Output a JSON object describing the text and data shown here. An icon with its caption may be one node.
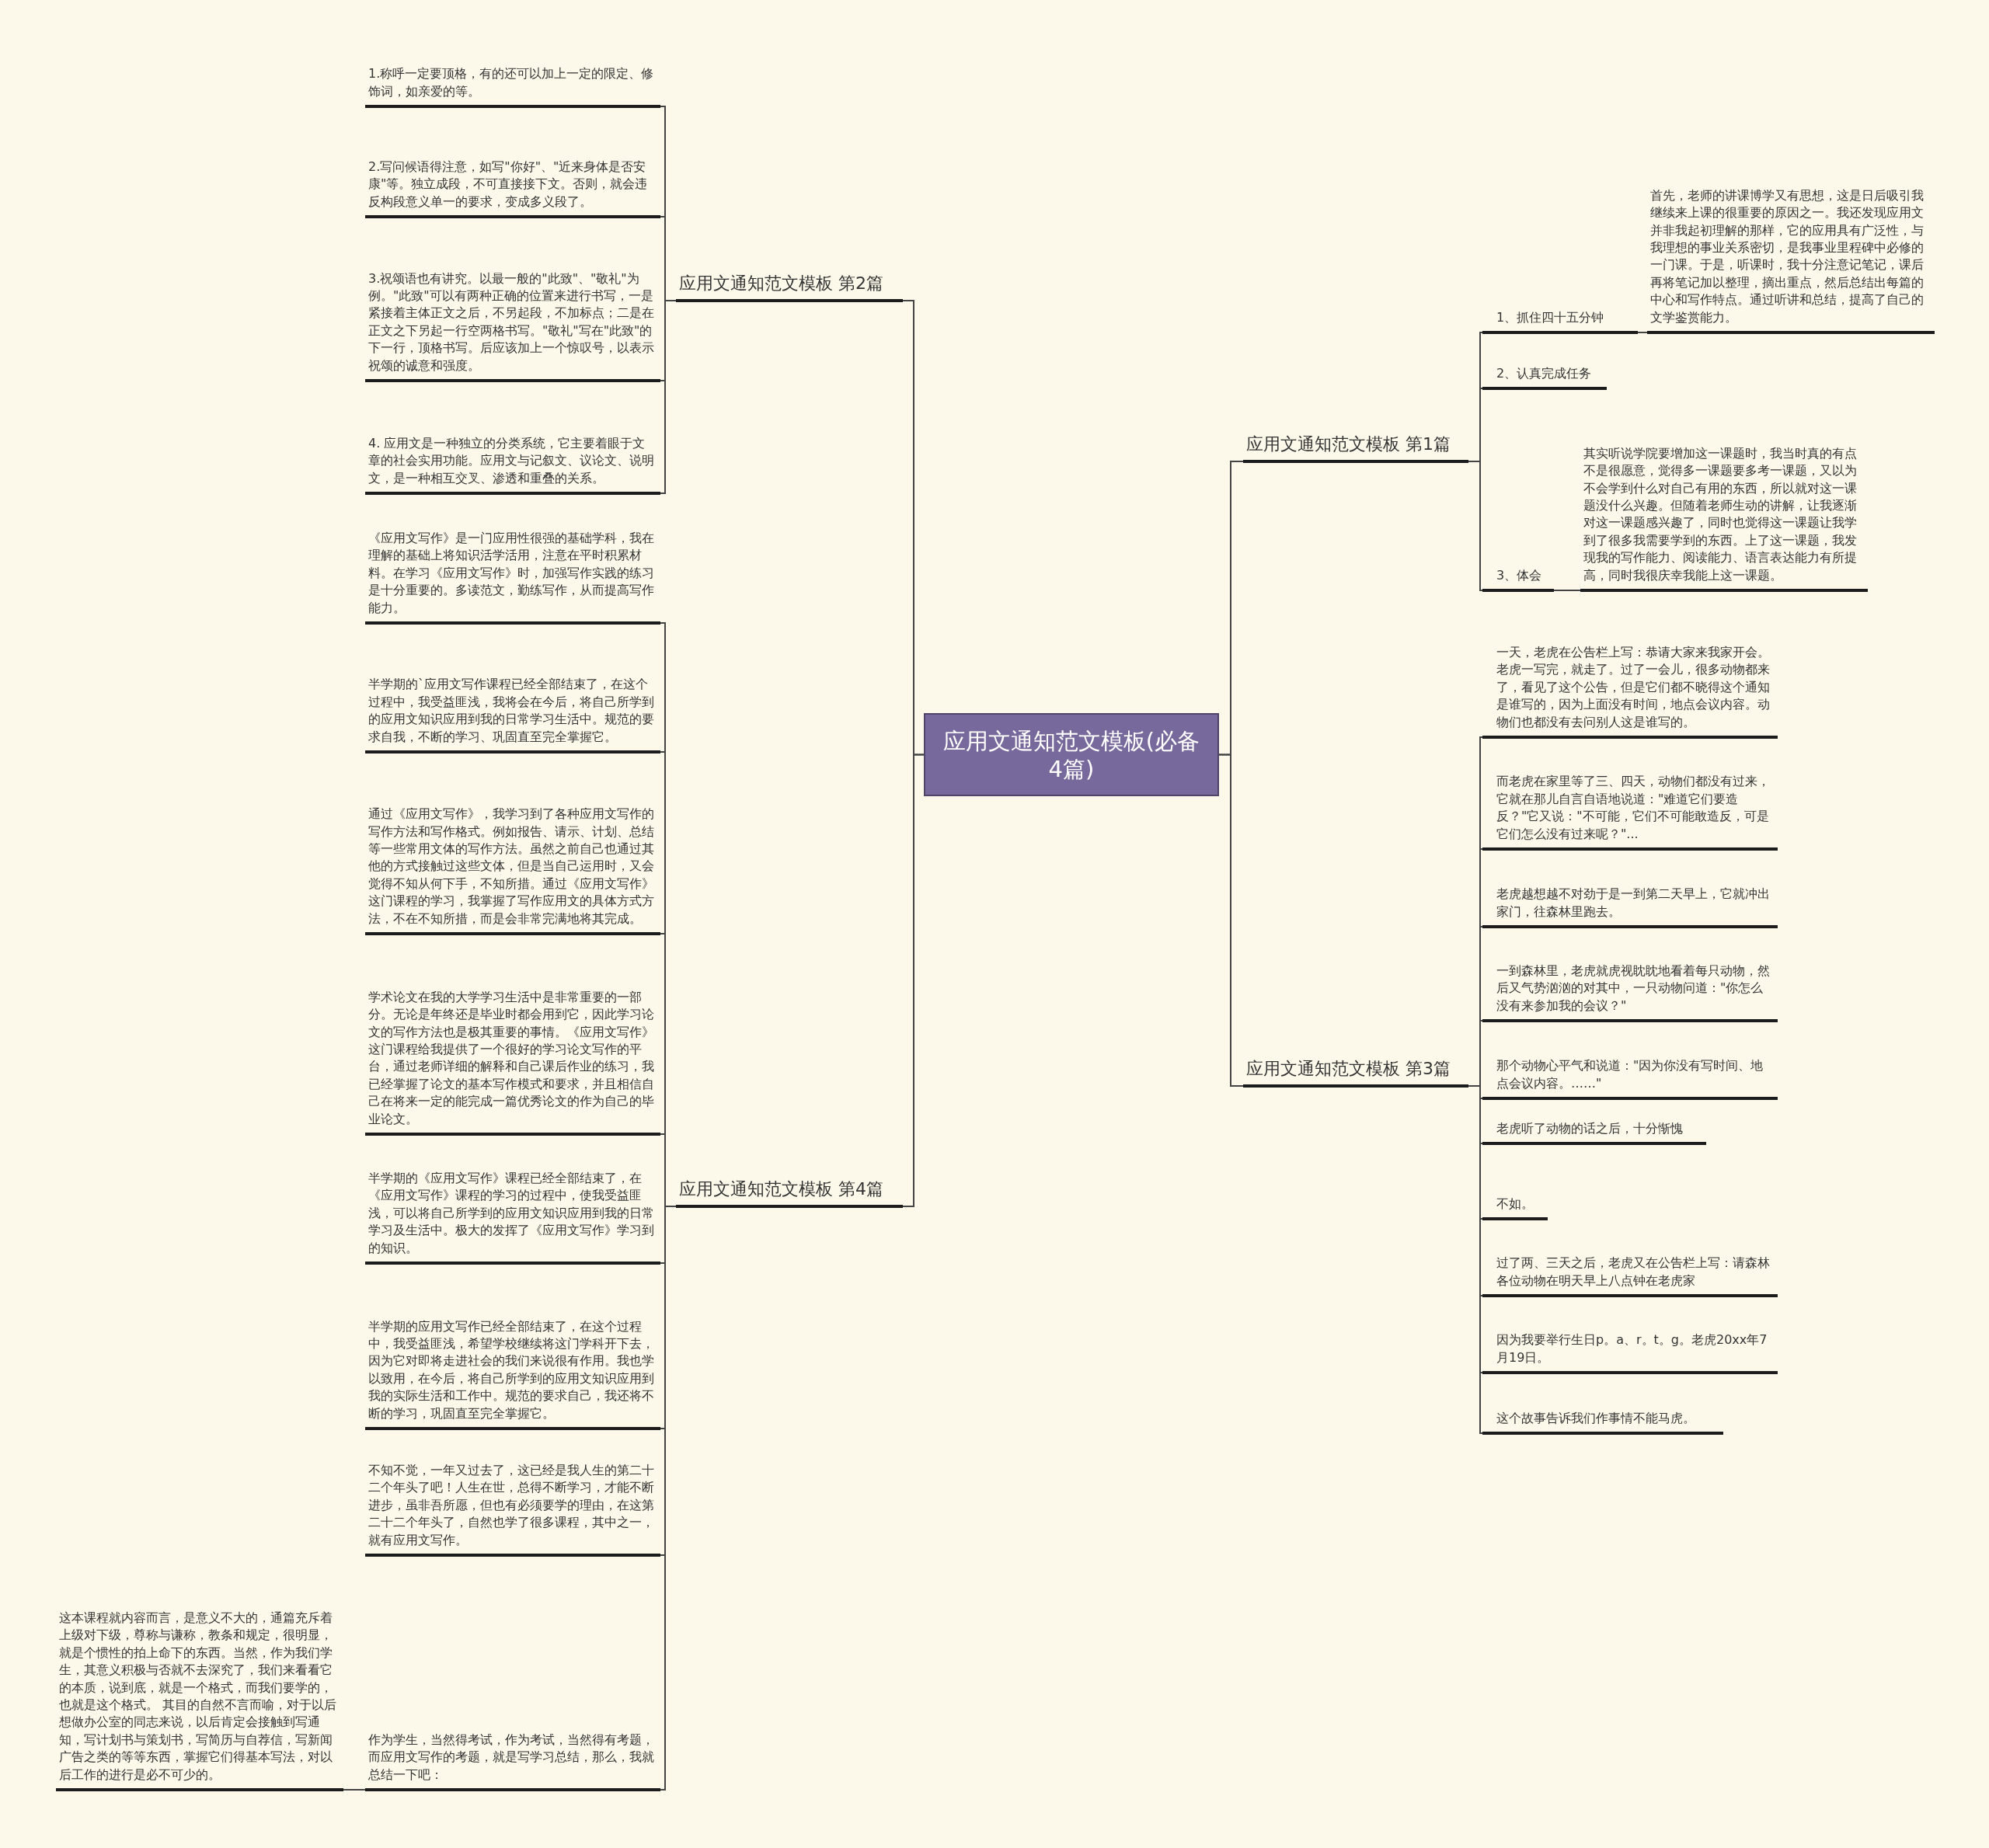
{
  "diagram": {
    "nodes": [
      {
        "text": [
          "应用文通知范文模板(必备4篇)"
        ]
      },
      {
        "text": [
          "应用文通知范文模板 第2篇"
        ]
      },
      {
        "text": [
          "1.称呼一定要顶格，有的还可以加上一定的限定、修饰词，如亲爱的等。"
        ]
      },
      {
        "text": [
          "2.写问候语得注意，如写\"你好\"、\"近来身体是否安康\"等。独立成段，不可直接接下文。否则，就会违反构段意义单一的要求，变成多义段了。"
        ]
      },
      {
        "text": [
          "3.祝颂语也有讲究。以最一般的\"此致\"、\"敬礼\"为例。\"此致\"可以有两种正确的位置来进行书写，一是紧接着主体正文之后，不另起段，不加标点；二是在正文之下另起一行空两格书写。\"敬礼\"写在\"此致\"的下一行，顶格书写。后应该加上一个惊叹号，以表示祝颂的诚意和强度。"
        ]
      },
      {
        "text": [
          "4. 应用文是一种独立的分类系统，它主要着眼于文章的社会实用功能。应用文与记叙文、议论文、说明文，是一种相互交叉、渗透和重叠的关系。"
        ]
      },
      {
        "text": [
          "应用文通知范文模板 第4篇"
        ]
      },
      {
        "text": [
          "《应用文写作》是一门应用性很强的基础学科，我在理解的基础上将知识活学活用，注意在平时积累材料。在学习《应用文写作》时，加强写作实践的练习是十分重要的。多读范文，勤练写作，从而提高写作能力。"
        ]
      },
      {
        "text": [
          "半学期的`应用文写作课程已经全部结束了，在这个过程中，我受益匪浅，我将会在今后，将自己所学到的应用文知识应用到我的日常学习生活中。规范的要求自我，不断的学习、巩固直至完全掌握它。"
        ]
      },
      {
        "text": [
          "通过《应用文写作》，我学习到了各种应用文写作的写作方法和写作格式。例如报告、请示、计划、总结等一些常用文体的写作方法。虽然之前自己也通过其他的方式接触过这些文体，但是当自己运用时，又会觉得不知从何下手，不知所措。通过《应用文写作》这门课程的学习，我掌握了写作应用文的具体方式方法，不在不知所措，而是会非常完满地将其完成。"
        ]
      },
      {
        "text": [
          "学术论文在我的大学学习生活中是非常重要的一部分。无论是年终还是毕业时都会用到它，因此学习论文的写作方法也是极其重要的事情。《应用文写作》这门课程给我提供了一个很好的学习论文写作的平台，通过老师详细的解释和自己课后作业的练习，我已经掌握了论文的基本写作模式和要求，并且相信自己在将来一定的能完成一篇优秀论文的作为自己的毕业论文。"
        ]
      },
      {
        "text": [
          "半学期的《应用文写作》课程已经全部结束了，在《应用文写作》课程的学习的过程中，使我受益匪浅，可以将自己所学到的应用文知识应用到我的日常学习及生活中。极大的发挥了《应用文写作》学习到的知识。"
        ]
      },
      {
        "text": [
          "半学期的应用文写作已经全部结束了，在这个过程中，我受益匪浅，希望学校继续将这门学科开下去，因为它对即将走进社会的我们来说很有作用。我也学以致用，在今后，将自己所学到的应用文知识应用到我的实际生活和工作中。规范的要求自己，我还将不断的学习，巩固直至完全掌握它。"
        ]
      },
      {
        "text": [
          "不知不觉，一年又过去了，这已经是我人生的第二十二个年头了吧！人生在世，总得不断学习，才能不断进步，虽非吾所愿，但也有必须要学的理由，在这第二十二个年头了，自然也学了很多课程，其中之一，就有应用文写作。"
        ]
      },
      {
        "text": [
          "作为学生，当然得考试，作为考试，当然得有考题，而应用文写作的考题，就是写学习总结，那么，我就总结一下吧："
        ]
      },
      {
        "text": [
          "这本课程就内容而言，是意义不大的，通篇充斥着上级对下级，尊称与谦称，教条和规定，很明显，就是个惯性的拍上命下的东西。当然，作为我们学生，其意义积极与否就不去深究了，我们来看看它的本质，说到底，就是一个格式，而我们要学的，也就是这个格式。 其目的自然不言而喻，对于以后想做办公室的同志来说，以后肯定会接触到写通知，写计划书与策划书，写简历与自荐信，写新闻广告之类的等等东西，掌握它们得基本写法，对以后工作的进行是必不可少的。"
        ]
      },
      {
        "text": [
          "应用文通知范文模板 第1篇"
        ]
      },
      {
        "text": [
          "1、抓住四十五分钟"
        ]
      },
      {
        "text": [
          "首先，老师的讲课博学又有思想，这是日后吸引我继续来上课的很重要的原因之一。我还发现应用文并非我起初理解的那样，它的应用具有广泛性，与我理想的事业关系密切，是我事业里程碑中必修的一门课。于是，听课时，我十分注意记笔记，课后再将笔记加以整理，摘出重点，然后总结出每篇的中心和写作特点。通过听讲和总结，提高了自己的文学鉴赏能力。"
        ]
      },
      {
        "text": [
          "2、认真完成任务"
        ]
      },
      {
        "text": [
          "3、体会"
        ]
      },
      {
        "text": [
          "其实听说学院要增加这一课题时，我当时真的有点不是很愿意，觉得多一课题要多考一课题，又以为不会学到什么对自己有用的东西，所以就对这一课题没什么兴趣。但随着老师生动的讲解，让我逐渐对这一课题感兴趣了，同时也觉得这一课题让我学到了很多我需要学到的东西。上了这一课题，我发现我的写作能力、阅读能力、语言表达能力有所提高，同时我很庆幸我能上这一课题。"
        ]
      },
      {
        "text": [
          "应用文通知范文模板 第3篇"
        ]
      },
      {
        "text": [
          "一天，老虎在公告栏上写：恭请大家来我家开会。老虎一写完，就走了。过了一会儿，很多动物都来了，看见了这个公告，但是它们都不晓得这个通知是谁写的，因为上面没有时间，地点会议内容。动物们也都没有去问别人这是谁写的。"
        ]
      },
      {
        "text": [
          "而老虎在家里等了三、四天，动物们都没有过来，它就在那儿自言自语地说道：\"难道它们要造反？\"它又说：\"不可能，它们不可能敢造反，可是它们怎么没有过来呢？\"..."
        ]
      },
      {
        "text": [
          "老虎越想越不对劲于是一到第二天早上，它就冲出家门，往森林里跑去。"
        ]
      },
      {
        "text": [
          "一到森林里，老虎就虎视眈眈地看着每只动物，然后又气势汹汹的对其中，一只动物问道：\"你怎么没有来参加我的会议？\""
        ]
      },
      {
        "text": [
          "那个动物心平气和说道：\"因为你没有写时间、地点会议内容。……\""
        ]
      },
      {
        "text": [
          "老虎听了动物的话之后，十分惭愧"
        ]
      },
      {
        "text": [
          "不如。"
        ]
      },
      {
        "text": [
          "过了两、三天之后，老虎又在公告栏上写：请森林各位动物在明天早上八点钟在老虎家"
        ]
      },
      {
        "text": [
          "因为我要举行生日p。a、r。t。g。老虎20xx年7月19日。"
        ]
      },
      {
        "text": [
          "这个故事告诉我们作事情不能马虎。"
        ]
      }
    ],
    "edges": [
      {
        "from": 0,
        "to": 1,
        "arrow": "none"
      },
      {
        "from": 1,
        "to": 2,
        "arrow": "none"
      },
      {
        "from": 1,
        "to": 3,
        "arrow": "none"
      },
      {
        "from": 1,
        "to": 4,
        "arrow": "none"
      },
      {
        "from": 1,
        "to": 5,
        "arrow": "none"
      },
      {
        "from": 0,
        "to": 6,
        "arrow": "none"
      },
      {
        "from": 6,
        "to": 7,
        "arrow": "none"
      },
      {
        "from": 6,
        "to": 8,
        "arrow": "none"
      },
      {
        "from": 6,
        "to": 9,
        "arrow": "none"
      },
      {
        "from": 6,
        "to": 10,
        "arrow": "none"
      },
      {
        "from": 6,
        "to": 11,
        "arrow": "none"
      },
      {
        "from": 6,
        "to": 12,
        "arrow": "none"
      },
      {
        "from": 6,
        "to": 13,
        "arrow": "none"
      },
      {
        "from": 6,
        "to": 14,
        "arrow": "none"
      },
      {
        "from": 14,
        "to": 15,
        "arrow": "none"
      },
      {
        "from": 0,
        "to": 16,
        "arrow": "none"
      },
      {
        "from": 16,
        "to": 17,
        "arrow": "none"
      },
      {
        "from": 17,
        "to": 18,
        "arrow": "none"
      },
      {
        "from": 16,
        "to": 19,
        "arrow": "none"
      },
      {
        "from": 16,
        "to": 20,
        "arrow": "none"
      },
      {
        "from": 20,
        "to": 21,
        "arrow": "none"
      },
      {
        "from": 0,
        "to": 22,
        "arrow": "none"
      },
      {
        "from": 22,
        "to": 23,
        "arrow": "none"
      },
      {
        "from": 22,
        "to": 24,
        "arrow": "none"
      },
      {
        "from": 22,
        "to": 25,
        "arrow": "none"
      },
      {
        "from": 22,
        "to": 26,
        "arrow": "none"
      },
      {
        "from": 22,
        "to": 27,
        "arrow": "none"
      },
      {
        "from": 22,
        "to": 28,
        "arrow": "none"
      },
      {
        "from": 22,
        "to": 29,
        "arrow": "none"
      },
      {
        "from": 22,
        "to": 30,
        "arrow": "none"
      },
      {
        "from": 22,
        "to": 31,
        "arrow": "none"
      },
      {
        "from": 22,
        "to": 32,
        "arrow": "none"
      }
    ]
  }
}
